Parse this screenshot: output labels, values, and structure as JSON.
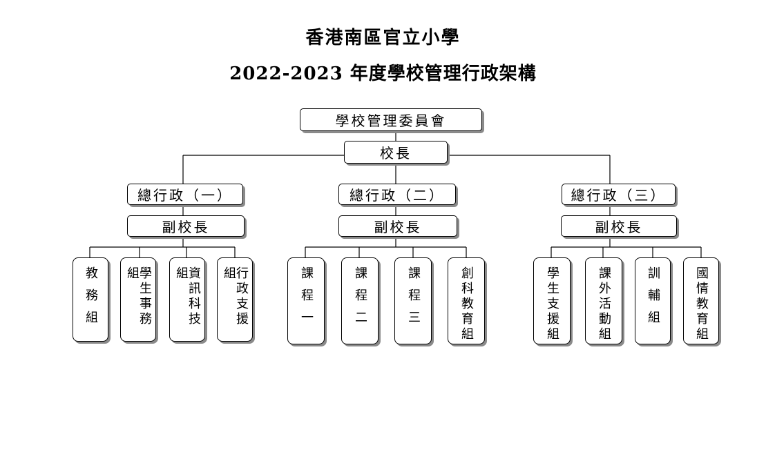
{
  "header": {
    "title": "香港南區官立小學",
    "subtitle": "2022-2023 年度學校管理行政架構"
  },
  "org": {
    "committee": "學校管理委員會",
    "principal": "校長",
    "branches": [
      {
        "head": "總行政（一）",
        "deputy": "副校長",
        "units": [
          "教務組",
          "學生事務組",
          "資訊科技組",
          "行政支援組"
        ]
      },
      {
        "head": "總行政（二）",
        "deputy": "副校長",
        "units": [
          "課程一",
          "課程二",
          "課程三",
          "創科教育組"
        ]
      },
      {
        "head": "總行政（三）",
        "deputy": "副校長",
        "units": [
          "學生支援組",
          "課外活動組",
          "訓輔組",
          "國情教育組"
        ]
      }
    ]
  }
}
